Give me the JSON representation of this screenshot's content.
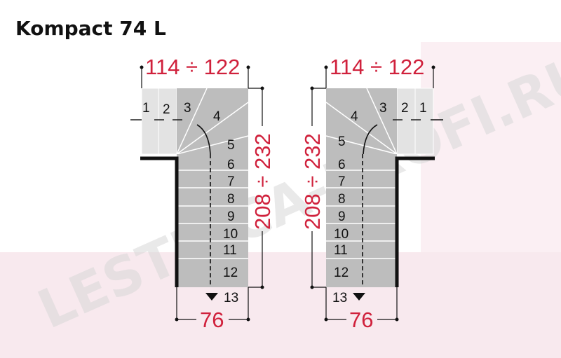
{
  "title": "Kompact 74 L",
  "watermark": "LESTNICA-PROFI.RU",
  "colors": {
    "dimension": "#d0213c",
    "stair_fill": "#bdbdbd",
    "landing_fill": "#e3e3e3",
    "line": "#111111",
    "background_band": "#f8e9ee"
  },
  "left_stair": {
    "width_label": "114 ÷ 122",
    "height_label": "208 ÷ 232",
    "bottom_label": "76",
    "steps": [
      "1",
      "2",
      "3",
      "4",
      "5",
      "6",
      "7",
      "8",
      "9",
      "10",
      "11",
      "12",
      "13"
    ],
    "arrow_icon": "triangle-down-icon"
  },
  "right_stair": {
    "width_label": "114 ÷ 122",
    "height_label": "208 ÷ 232",
    "bottom_label": "76",
    "steps": [
      "1",
      "2",
      "3",
      "4",
      "5",
      "6",
      "7",
      "8",
      "9",
      "10",
      "11",
      "12",
      "13"
    ],
    "arrow_icon": "triangle-down-icon"
  }
}
